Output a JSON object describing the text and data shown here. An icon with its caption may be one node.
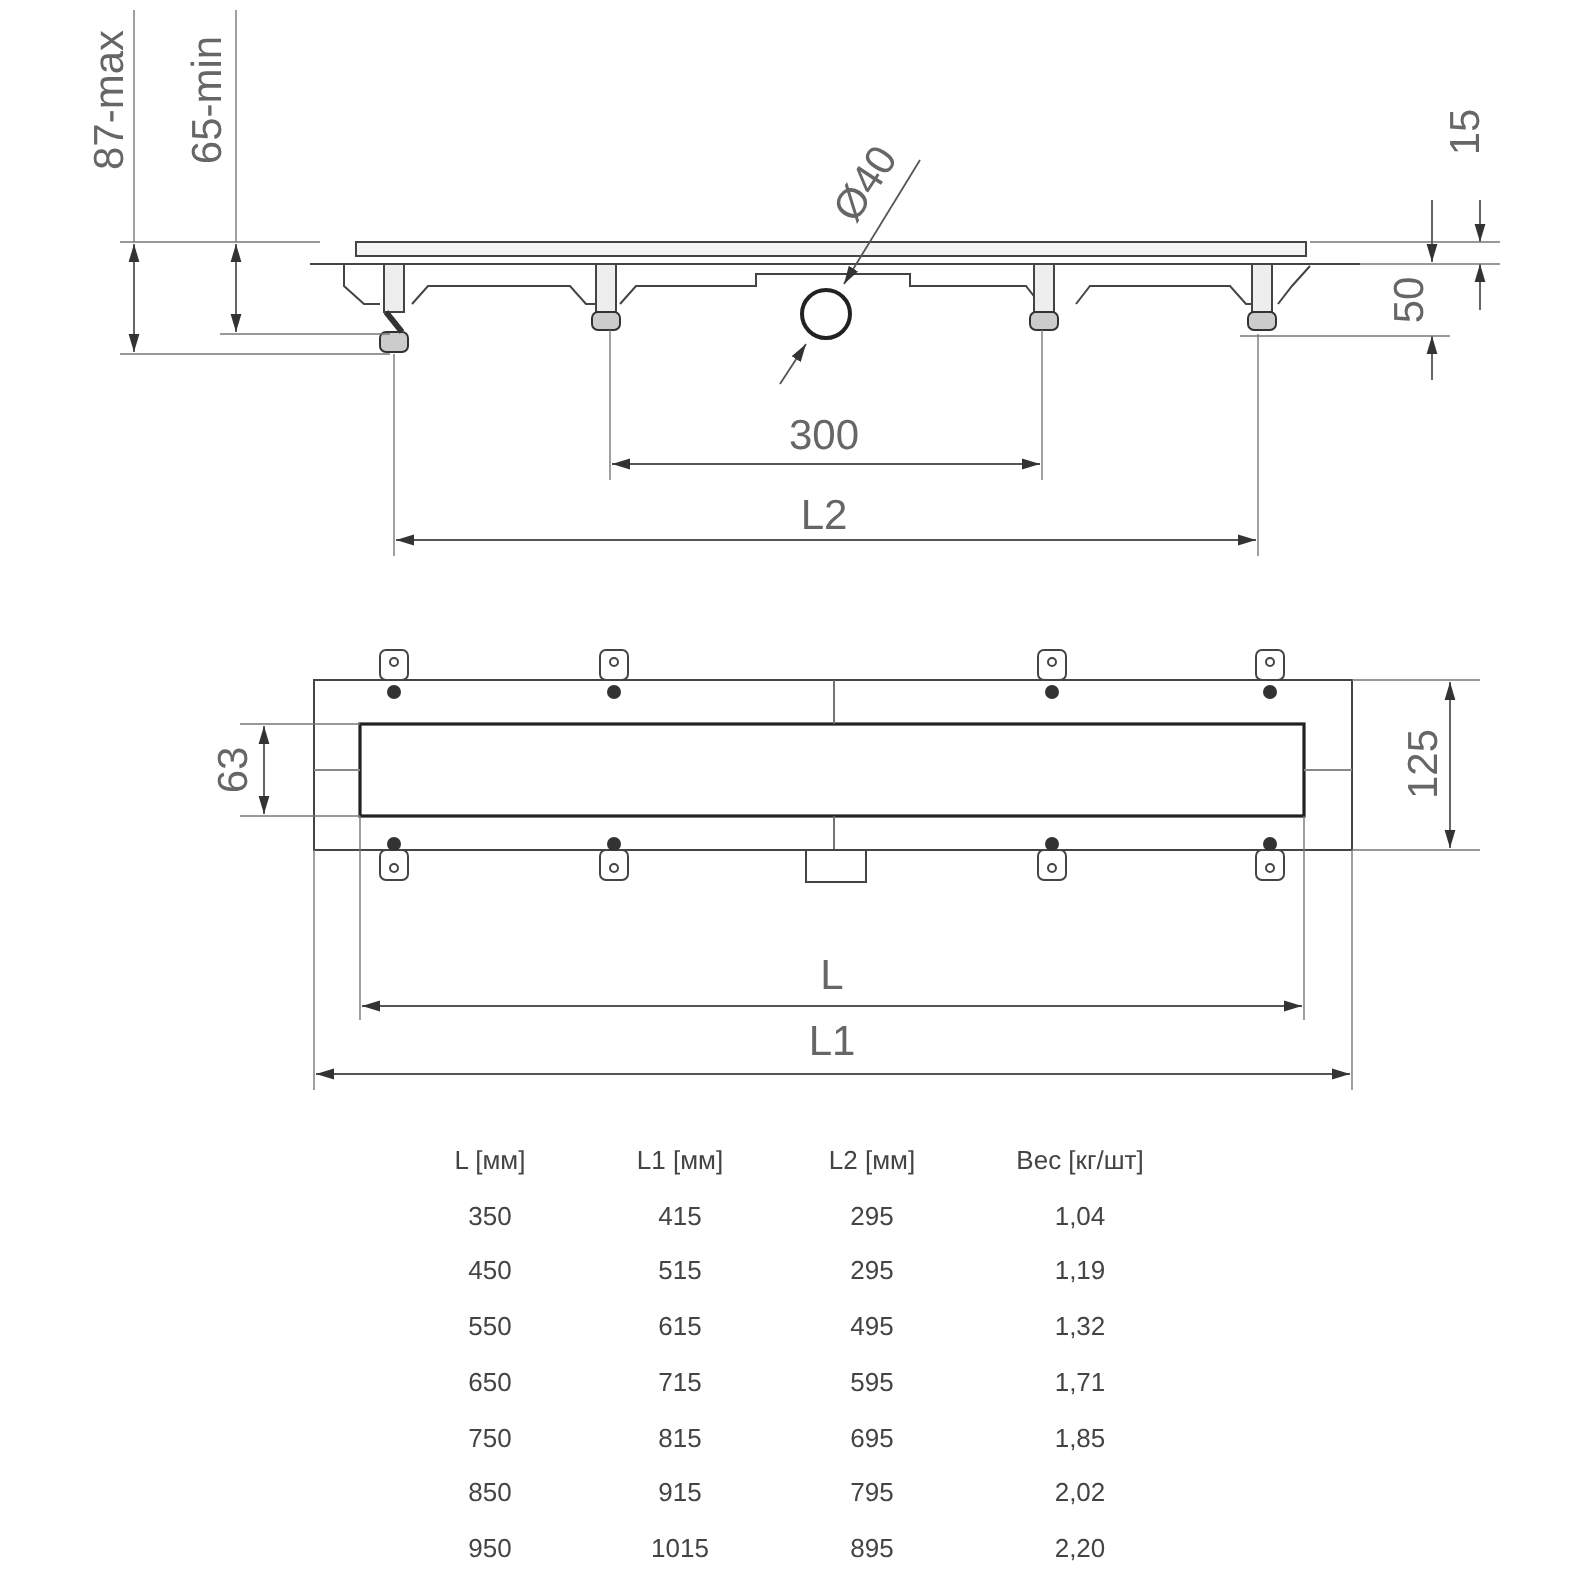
{
  "diagram": {
    "labels": [
      "87-max",
      "65-min",
      "Ø40",
      "15",
      "50",
      "300",
      "L2",
      "63",
      "125",
      "L",
      "L1",
      "L [мм]",
      "L1 [мм]",
      "L2 [мм]",
      "Вес [кг/шт]",
      "350",
      "415",
      "295",
      "1,04",
      "450",
      "515",
      "295",
      "1,19",
      "550",
      "615",
      "495",
      "1,32",
      "650",
      "715",
      "595",
      "1,71",
      "750",
      "815",
      "695",
      "1,85",
      "850",
      "915",
      "795",
      "2,02",
      "950",
      "1015",
      "895",
      "2,20"
    ]
  }
}
